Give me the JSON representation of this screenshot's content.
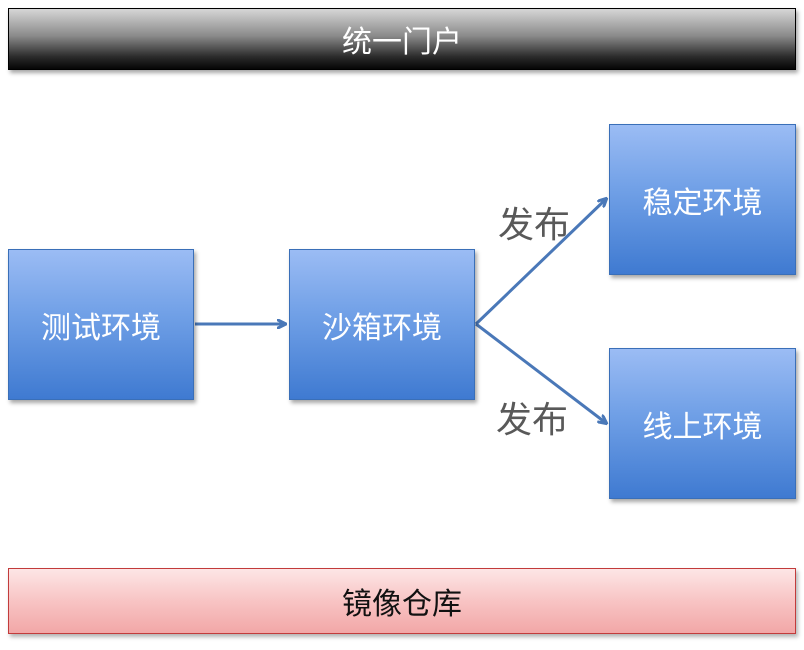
{
  "portal": {
    "label": "统一门户"
  },
  "registry": {
    "label": "镜像仓库"
  },
  "nodes": {
    "test": "测试环境",
    "sandbox": "沙箱环境",
    "stable": "稳定环境",
    "online": "线上环境"
  },
  "edges": {
    "publish_stable": "发布",
    "publish_online": "发布"
  },
  "colors": {
    "arrow": "#4a78b8",
    "node_fill": "#6f9fe6",
    "portal_fill": "#1a1a1a",
    "registry_fill": "#f6b8b8"
  }
}
